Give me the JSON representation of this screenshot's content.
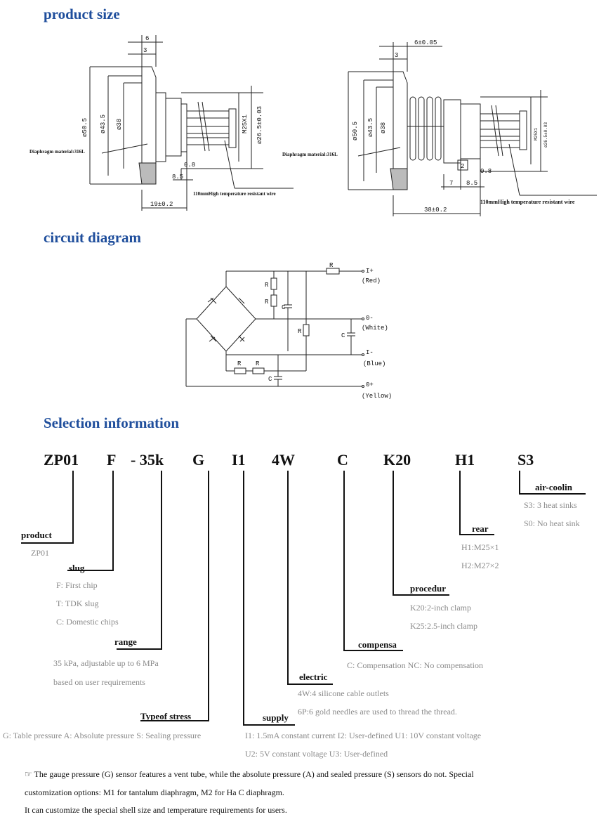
{
  "sections": {
    "product_size": "product size",
    "circuit_diagram": "circuit diagram",
    "selection": "Selection information"
  },
  "dimensions": {
    "left": {
      "top_6": "6",
      "top_3": "3",
      "d505": "ø50.5",
      "d435": "ø43.5",
      "d38": "ø38",
      "m25": "M25X1",
      "d265": "ø26.5±0.03",
      "d08": "0.8",
      "d85": "8.5",
      "bottom": "19±0.2",
      "diaphragm": "Diaphragm material:316L",
      "wire": "110mmHigh temperature resistant wire"
    },
    "right": {
      "top_6": "6±0.05",
      "top_3": "3",
      "d505": "ø50.5",
      "d435": "ø43.5",
      "d38": "ø38",
      "m25": "M25X1",
      "d265": "ø26.5±0.03",
      "d2": "2",
      "d08": "0.8",
      "d7": "7",
      "d85": "8.5",
      "bottom": "38±0.2",
      "diaphragm": "Diaphragm material:316L",
      "wire": "110mmHigh temperature resistant wire"
    }
  },
  "circuit": {
    "r": "R",
    "c": "C",
    "i_plus": "I+",
    "red": "(Red)",
    "o_minus": "0-",
    "white": "(White)",
    "i_minus": "I-",
    "blue": "(Blue)",
    "o_plus": "0+",
    "yellow": "(Yellow)"
  },
  "codes": [
    "ZP01",
    "F",
    "- 35k",
    "G",
    "I1",
    "4W",
    "C",
    "K20",
    "H1",
    "S3"
  ],
  "options": {
    "product": {
      "title": "product",
      "lines": [
        "ZP01"
      ]
    },
    "slug": {
      "title": "slug",
      "lines": [
        "F: First chip",
        "T:  TDK slug",
        "C: Domestic chips"
      ]
    },
    "range": {
      "title": "range",
      "lines": [
        "35 kPa, adjustable up to 6 MPa",
        "based on user requirements"
      ]
    },
    "stress": {
      "title": "Typeof stress",
      "lines": [
        "G: Table pressure A: Absolute pressure S: Sealing pressure"
      ]
    },
    "supply": {
      "title": "supply",
      "lines": [
        "I1: 1.5mA constant current I2: User-defined U1: 10V constant voltage",
        "U2: 5V constant voltage U3: User-defined"
      ]
    },
    "electric": {
      "title": "electric",
      "lines": [
        "4W:4 silicone cable outlets",
        "6P:6 gold needles are used to thread the thread."
      ]
    },
    "compensa": {
      "title": "compensa",
      "lines": [
        "C: Compensation NC: No compensation"
      ]
    },
    "procedur": {
      "title": "procedur",
      "lines": [
        "K20:2-inch clamp",
        "K25:2.5-inch clamp"
      ]
    },
    "rear": {
      "title": "rear",
      "lines": [
        "H1:M25×1",
        "H2:M27×2"
      ]
    },
    "aircool": {
      "title": "air-coolin",
      "lines": [
        "S3: 3 heat sinks",
        "S0: No heat sink"
      ]
    }
  },
  "notes": {
    "line1": "☞  The gauge pressure (G) sensor features a vent tube, while the absolute pressure (A) and sealed pressure (S) sensors do not. Special",
    "line2": "customization options: M1 for tantalum diaphragm, M2 for Ha C diaphragm.",
    "line3": "It can customize the special shell size and temperature requirements for users."
  }
}
